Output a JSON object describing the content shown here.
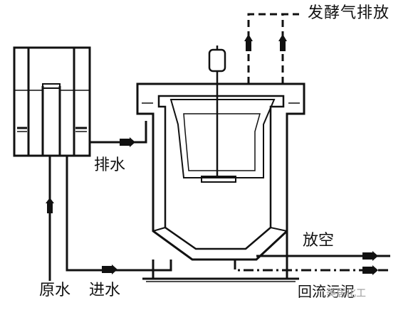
{
  "labels": {
    "fermentation_exhaust": "发酵气排放",
    "drain": "排水",
    "vent": "放空",
    "raw_water": "原水",
    "water_inlet": "进水",
    "sludge_return": "回流污泥"
  },
  "watermark": "美居化工",
  "colors": {
    "stroke": "#111111",
    "background": "#ffffff",
    "watermark": "#9a9a9a"
  }
}
